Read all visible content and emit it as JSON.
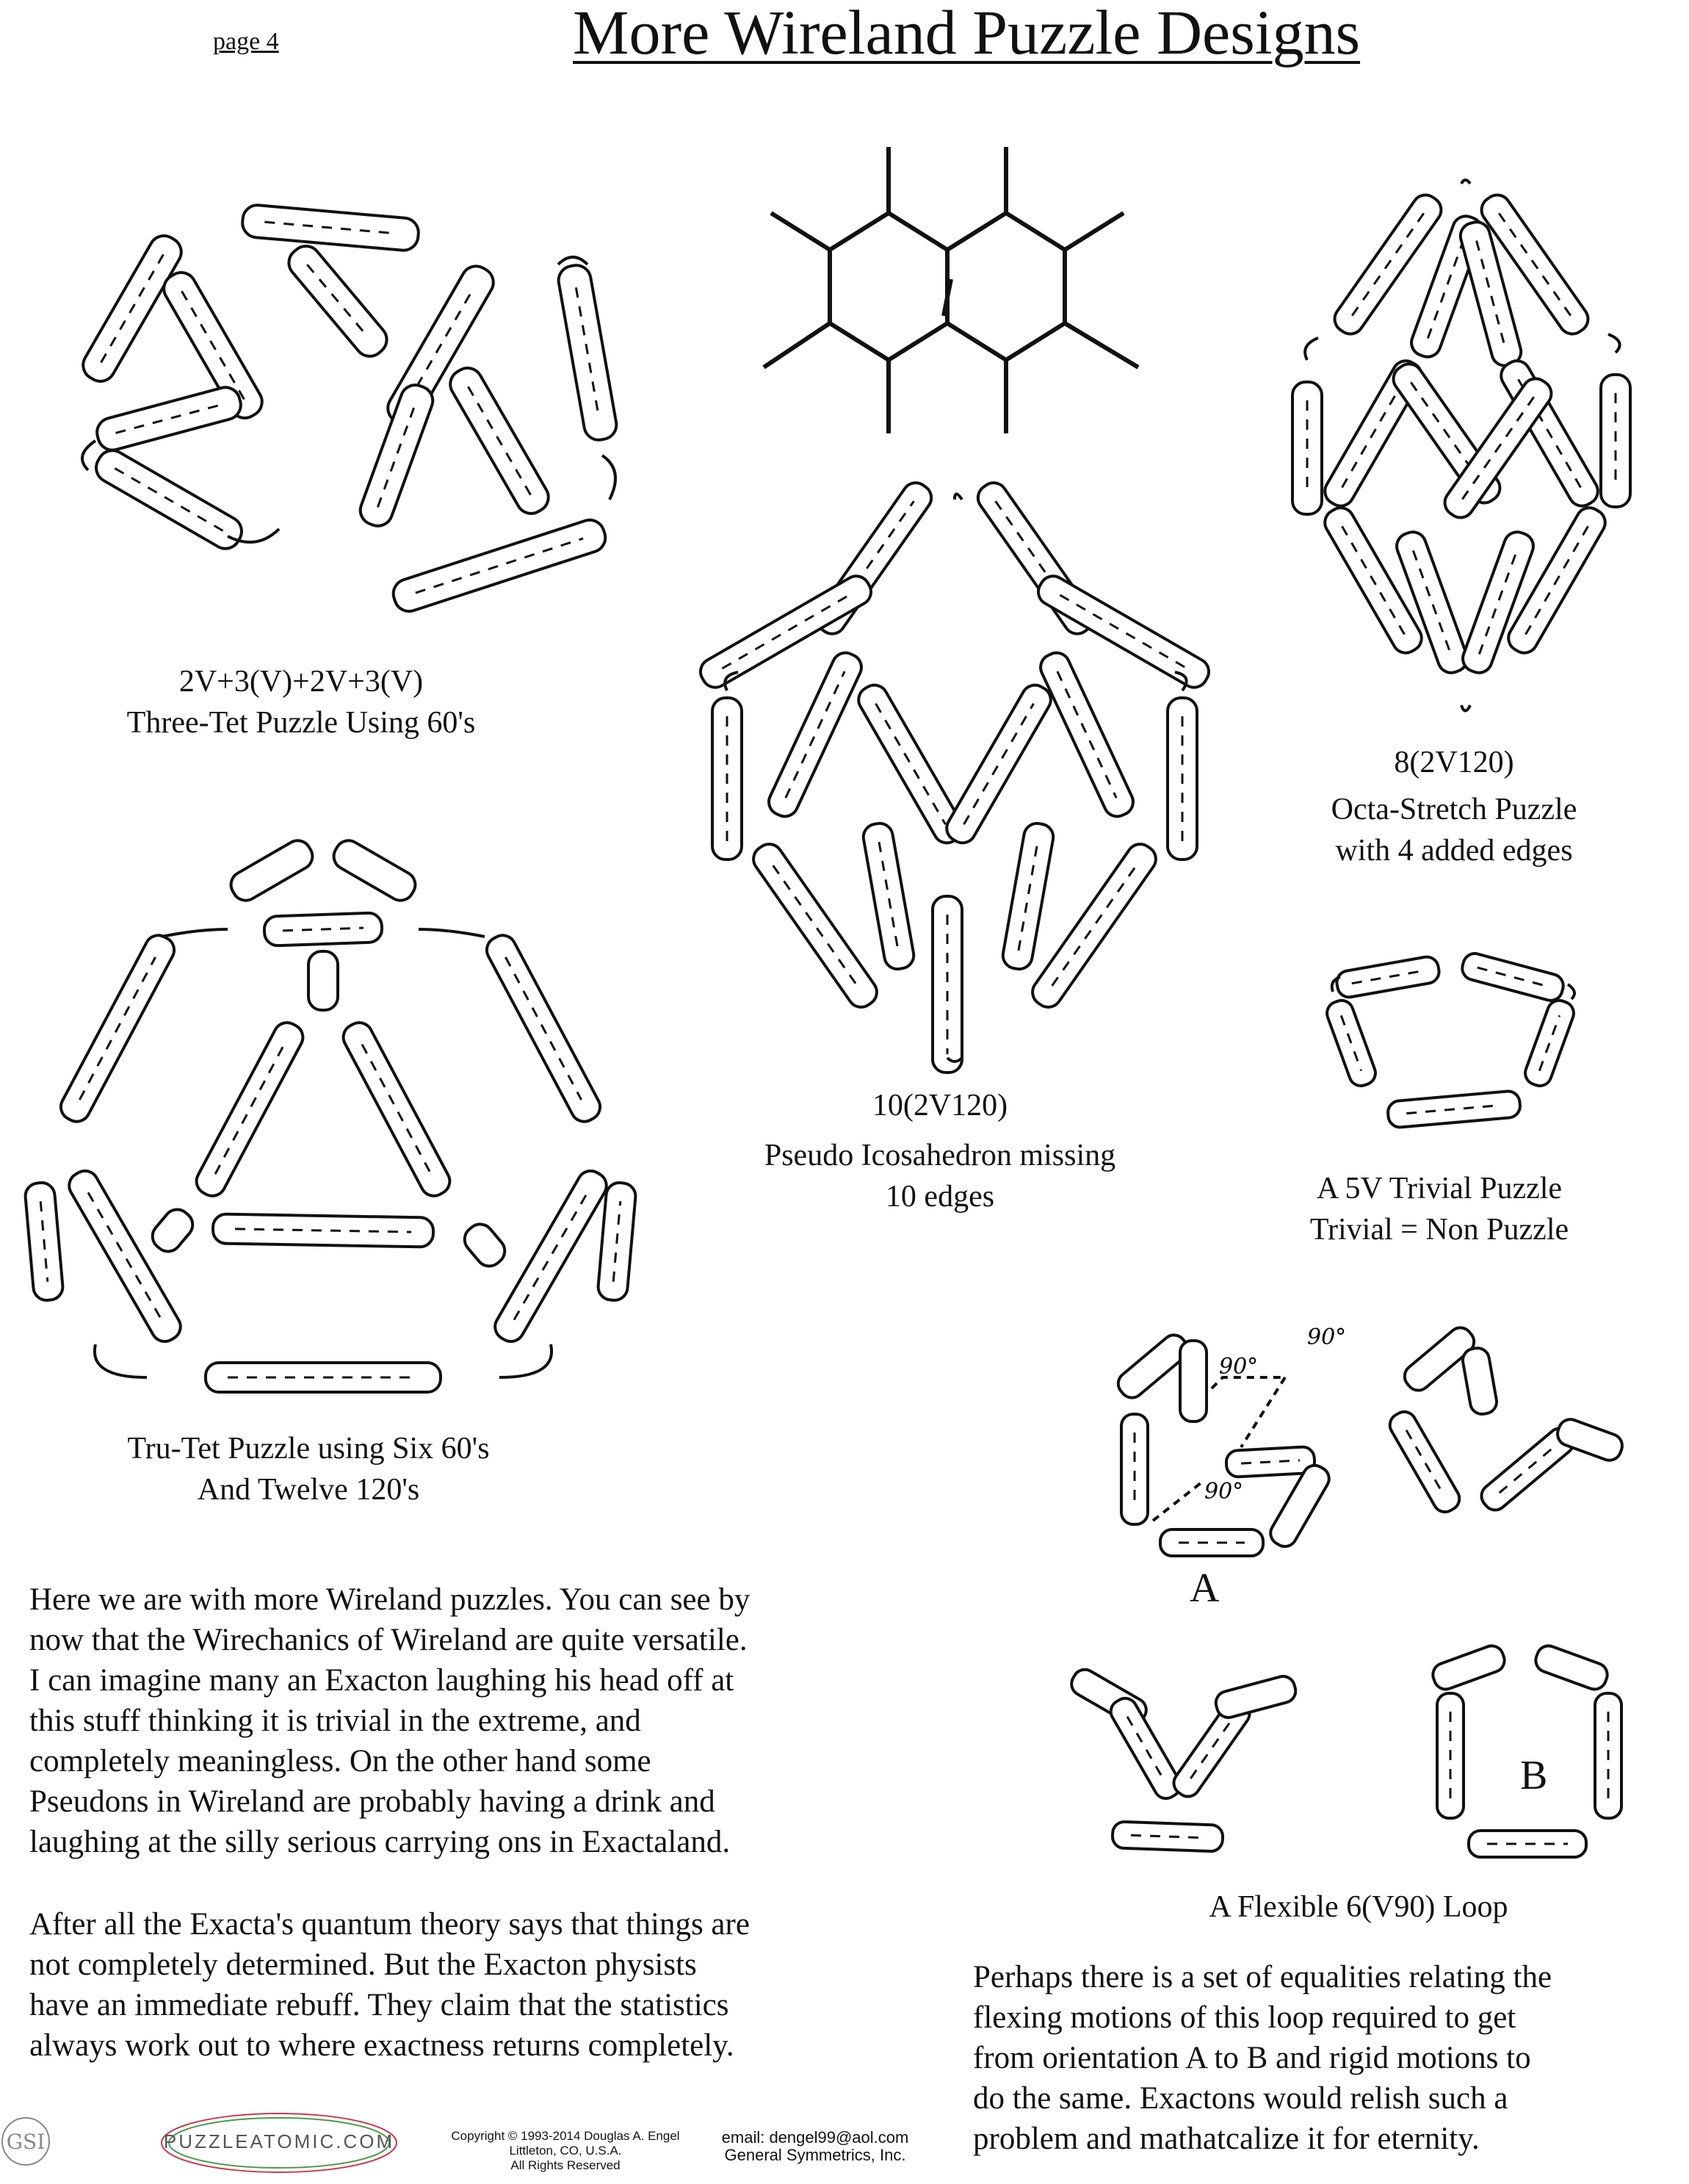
{
  "header": {
    "page_label": "page 4",
    "title": "More Wireland Puzzle Designs"
  },
  "captions": {
    "three_tet": [
      "2V+3(V)+2V+3(V)",
      "Three-Tet Puzzle Using 60's"
    ],
    "octa_stretch": [
      "8(2V120)",
      "Octa-Stretch Puzzle",
      "with 4 added edges"
    ],
    "pseudo_icosa": [
      "10(2V120)",
      "Pseudo Icosahedron missing",
      "10 edges"
    ],
    "trivial_5v": [
      "A 5V Trivial Puzzle",
      "Trivial = Non Puzzle"
    ],
    "tru_tet": [
      "Tru-Tet Puzzle using Six 60's",
      "And Twelve 120's"
    ],
    "flexible_loop": "A Flexible 6(V90) Loop"
  },
  "figure_labels": {
    "orientation_a": "A",
    "orientation_b": "B",
    "angle_1": "90°",
    "angle_2": "90°",
    "angle_3": "90°"
  },
  "body": {
    "paragraph_1": "Here we are with more Wireland puzzles.  You can see by\nnow that the Wirechanics of Wireland are quite versatile.\nI can imagine many an Exacton laughing his head off at\nthis stuff thinking it is trivial in the extreme, and\ncompletely meaningless.  On the other hand some\nPseudons in Wireland are probably having a drink and\nlaughing at the silly serious carrying ons in Exactaland.",
    "paragraph_2": "After all the Exacta's quantum theory says that things are\nnot completely determined.  But the Exacton physists\nhave an immediate rebuff.  They claim that the statistics\nalways work out to where exactness returns completely.",
    "paragraph_3": "Perhaps there is a set of equalities relating the\nflexing motions of this loop required to get\nfrom orientation A to B and rigid motions to\ndo the same.  Exactons would relish such a\nproblem and mathatcalize it for eternity."
  },
  "footer": {
    "logo_text": "PUZZLEATOMIC.COM",
    "gsi_mark": "GSI",
    "copyright": [
      "Copyright © 1993-2014 Douglas A. Engel",
      "Littleton, CO, U.S.A.",
      "All Rights Reserved"
    ],
    "contact": [
      "email: dengel99@aol.com",
      "General Symmetrics, Inc."
    ]
  }
}
